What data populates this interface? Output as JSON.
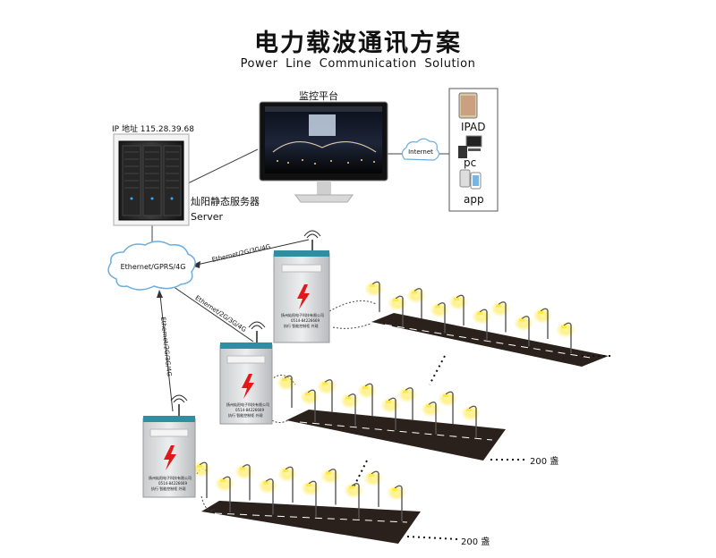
{
  "title": {
    "cn": "电力载波通讯方案",
    "en": "Power Line Communication Solution"
  },
  "monitor": {
    "label": "监控平台"
  },
  "server": {
    "ip": "IP 地址 115.28.39.68",
    "name_cn": "灿阳静态服务器",
    "name_en": "Server"
  },
  "internet": {
    "label": "Internet"
  },
  "devices": {
    "ipad": "IPAD",
    "pc": "pc",
    "app": "app"
  },
  "network": {
    "cloud_label": "Ethernet/GPRS/4G",
    "link_label": "Ethernet/2G/3G/4G"
  },
  "cabinets": [
    {
      "company": "扬州灿阳电子科技有限公司",
      "phone": "0514-84226669",
      "note": "执行 智能控制柜 外观"
    },
    {
      "company": "扬州灿阳电子科技有限公司",
      "phone": "0514-84226669",
      "note": "执行 智能控制柜 外观"
    },
    {
      "company": "扬州灿阳电子科技有限公司",
      "phone": "0514-84226669",
      "note": "执行 智能控制柜 外观"
    }
  ],
  "roads": [
    {
      "count": ""
    },
    {
      "count": "200 盏"
    },
    {
      "count": "200 盏"
    }
  ],
  "colors": {
    "cabinet_top": "#2e8fa0",
    "bolt": "#e0191b",
    "lamp": "#ffe84a",
    "road": "#2a211c"
  }
}
